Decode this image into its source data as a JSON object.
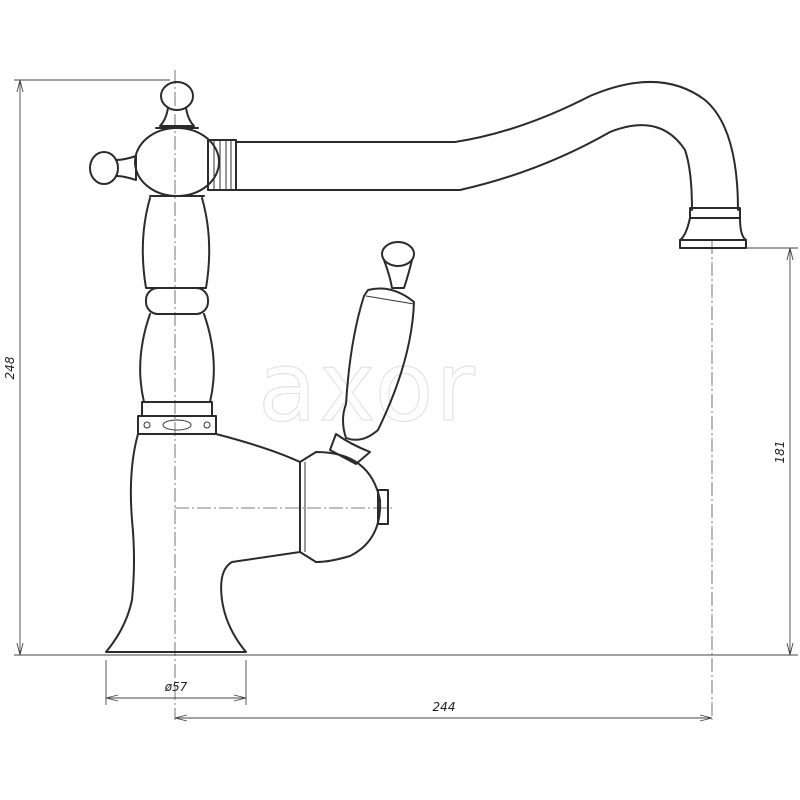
{
  "watermark": "axor",
  "dimensions": {
    "overall_height": "248",
    "spout_height": "181",
    "base_diameter": "ø57",
    "spout_reach": "244"
  }
}
